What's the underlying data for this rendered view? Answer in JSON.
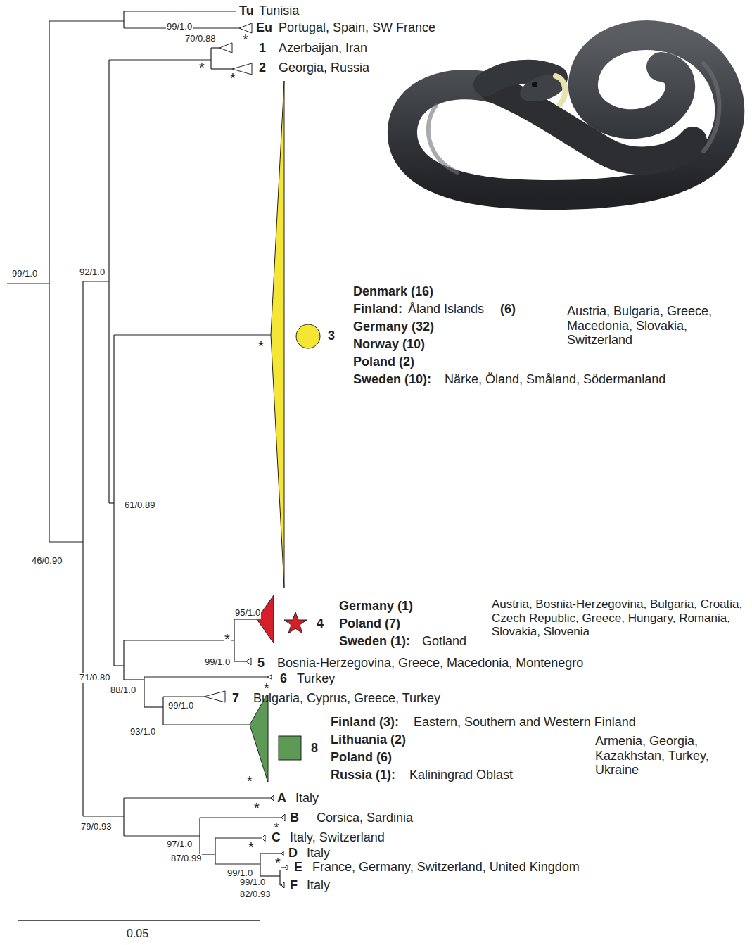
{
  "diagram": {
    "labels": [
      "Tu",
      "Tunisia",
      "99/1.0",
      "Eu",
      "Portugal, Spain, SW France",
      "*",
      "70/0.88",
      "1",
      "Azerbaijan, Iran",
      "*",
      "2",
      "Georgia, Russia",
      "*",
      "99/1.0",
      "92/1.0",
      "Denmark (16)",
      "Finland:",
      "Åland Islands",
      "(6)",
      "Austria, Bulgaria, Greece, Macedonia, Slovakia, Switzerland",
      "Germany (32)",
      "3",
      "*",
      "Norway (10)",
      "Poland (2)",
      "Sweden (10):",
      "Närke, Öland, Småland, Södermanland",
      "61/0.89",
      "46/0.90",
      "Germany (1)",
      "Austria, Bosnia-Herzegovina, Bulgaria, Croatia, Czech Republic, Greece, Hungary, Romania, Slovakia, Slovenia",
      "95/1.0",
      "4",
      "Poland (7)",
      "*",
      "Sweden (1):",
      "Gotland",
      "99/1.0",
      "5",
      "Bosnia-Herzegovina, Greece, Macedonia, Montenegro",
      "6",
      "Turkey",
      "71/0.80",
      "*",
      "88/1.0",
      "7",
      "Bulgaria, Cyprus, Greece, Turkey",
      "99/1.0",
      "Finland (3):",
      "Eastern, Southern and Western Finland",
      "93/1.0",
      "Lithuania (2)",
      "Armenia, Georgia, Kazakhstan, Turkey, Ukraine",
      "8",
      "Poland (6)",
      "Russia (1):",
      "Kaliningrad Oblast",
      "*",
      "A",
      "Italy",
      "*",
      "B",
      "Corsica, Sardinia",
      "*",
      "79/0.93",
      "C",
      "Italy, Switzerland",
      "*",
      "97/1.0",
      "D",
      "Italy",
      "*",
      "87/0.99",
      "E",
      "France, Germany, Switzerland, United Kingdom",
      "99/1.0",
      "F",
      "Italy",
      "99/1.0",
      "82/0.93",
      "0.05"
    ]
  }
}
